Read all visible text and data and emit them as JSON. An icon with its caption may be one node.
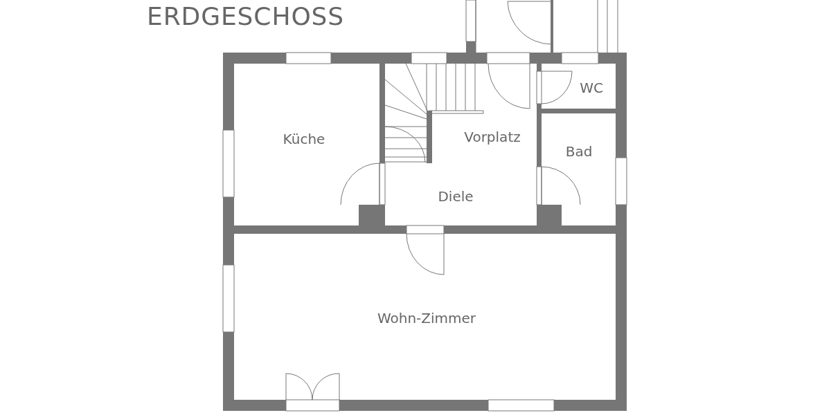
{
  "diagram": {
    "title": "ERDGESCHOSS",
    "nodes": [
      {
        "text": [
          "Küche"
        ]
      },
      {
        "text": [
          "Vorplatz",
          "Diele"
        ]
      },
      {
        "text": [
          "WC"
        ]
      },
      {
        "text": [
          "Bad"
        ]
      },
      {
        "text": [
          "Wohn-Zimmer"
        ]
      }
    ]
  }
}
